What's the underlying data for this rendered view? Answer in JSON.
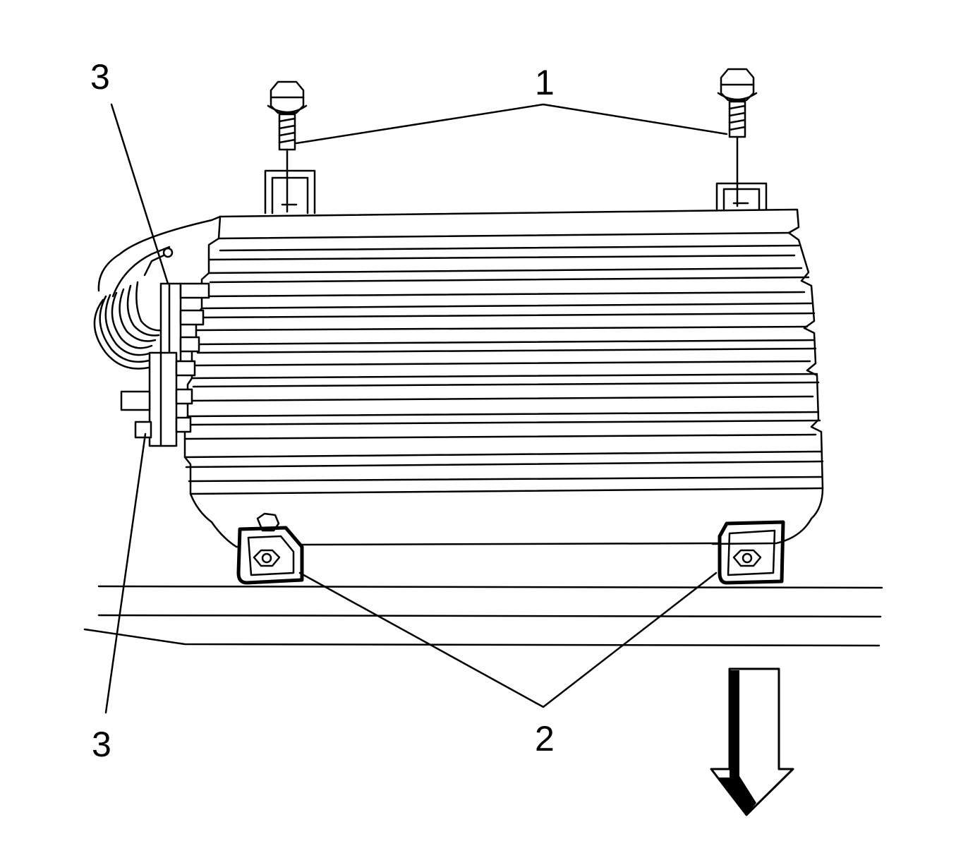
{
  "diagram": {
    "callouts": {
      "c1": "1",
      "c2": "2",
      "c3_top": "3",
      "c3_bottom": "3"
    },
    "colors": {
      "ink": "#000000",
      "paper": "#ffffff"
    }
  }
}
